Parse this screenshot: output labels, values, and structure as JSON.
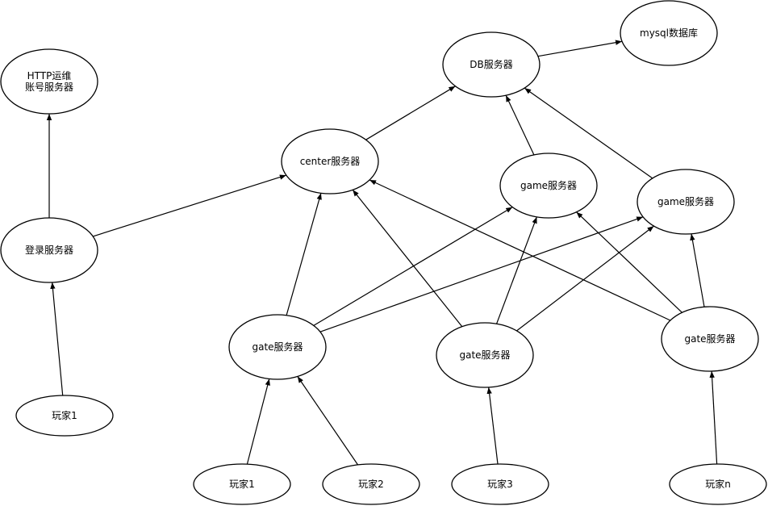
{
  "nodes": {
    "http_account": {
      "lines": [
        "HTTP运维",
        "账号服务器"
      ]
    },
    "login": {
      "lines": [
        "登录服务器"
      ]
    },
    "player1_login": {
      "lines": [
        "玩家1"
      ]
    },
    "db": {
      "lines": [
        "DB服务器"
      ]
    },
    "mysql": {
      "lines": [
        "mysql数据库"
      ]
    },
    "center": {
      "lines": [
        "center服务器"
      ]
    },
    "game1": {
      "lines": [
        "game服务器"
      ]
    },
    "game2": {
      "lines": [
        "game服务器"
      ]
    },
    "gate1": {
      "lines": [
        "gate服务器"
      ]
    },
    "gate2": {
      "lines": [
        "gate服务器"
      ]
    },
    "gate3": {
      "lines": [
        "gate服务器"
      ]
    },
    "player1": {
      "lines": [
        "玩家1"
      ]
    },
    "player2": {
      "lines": [
        "玩家2"
      ]
    },
    "player3": {
      "lines": [
        "玩家3"
      ]
    },
    "playern": {
      "lines": [
        "玩家n"
      ]
    }
  },
  "edges": [
    {
      "from": "login",
      "to": "http_account"
    },
    {
      "from": "player1_login",
      "to": "login"
    },
    {
      "from": "login",
      "to": "center"
    },
    {
      "from": "center",
      "to": "db"
    },
    {
      "from": "db",
      "to": "mysql"
    },
    {
      "from": "game1",
      "to": "db"
    },
    {
      "from": "game2",
      "to": "db"
    },
    {
      "from": "gate1",
      "to": "center"
    },
    {
      "from": "gate1",
      "to": "game1"
    },
    {
      "from": "gate1",
      "to": "game2"
    },
    {
      "from": "gate2",
      "to": "center"
    },
    {
      "from": "gate2",
      "to": "game1"
    },
    {
      "from": "gate2",
      "to": "game2"
    },
    {
      "from": "gate3",
      "to": "center"
    },
    {
      "from": "gate3",
      "to": "game1"
    },
    {
      "from": "gate3",
      "to": "game2"
    },
    {
      "from": "player1",
      "to": "gate1"
    },
    {
      "from": "player2",
      "to": "gate1"
    },
    {
      "from": "player3",
      "to": "gate2"
    },
    {
      "from": "playern",
      "to": "gate3"
    }
  ]
}
